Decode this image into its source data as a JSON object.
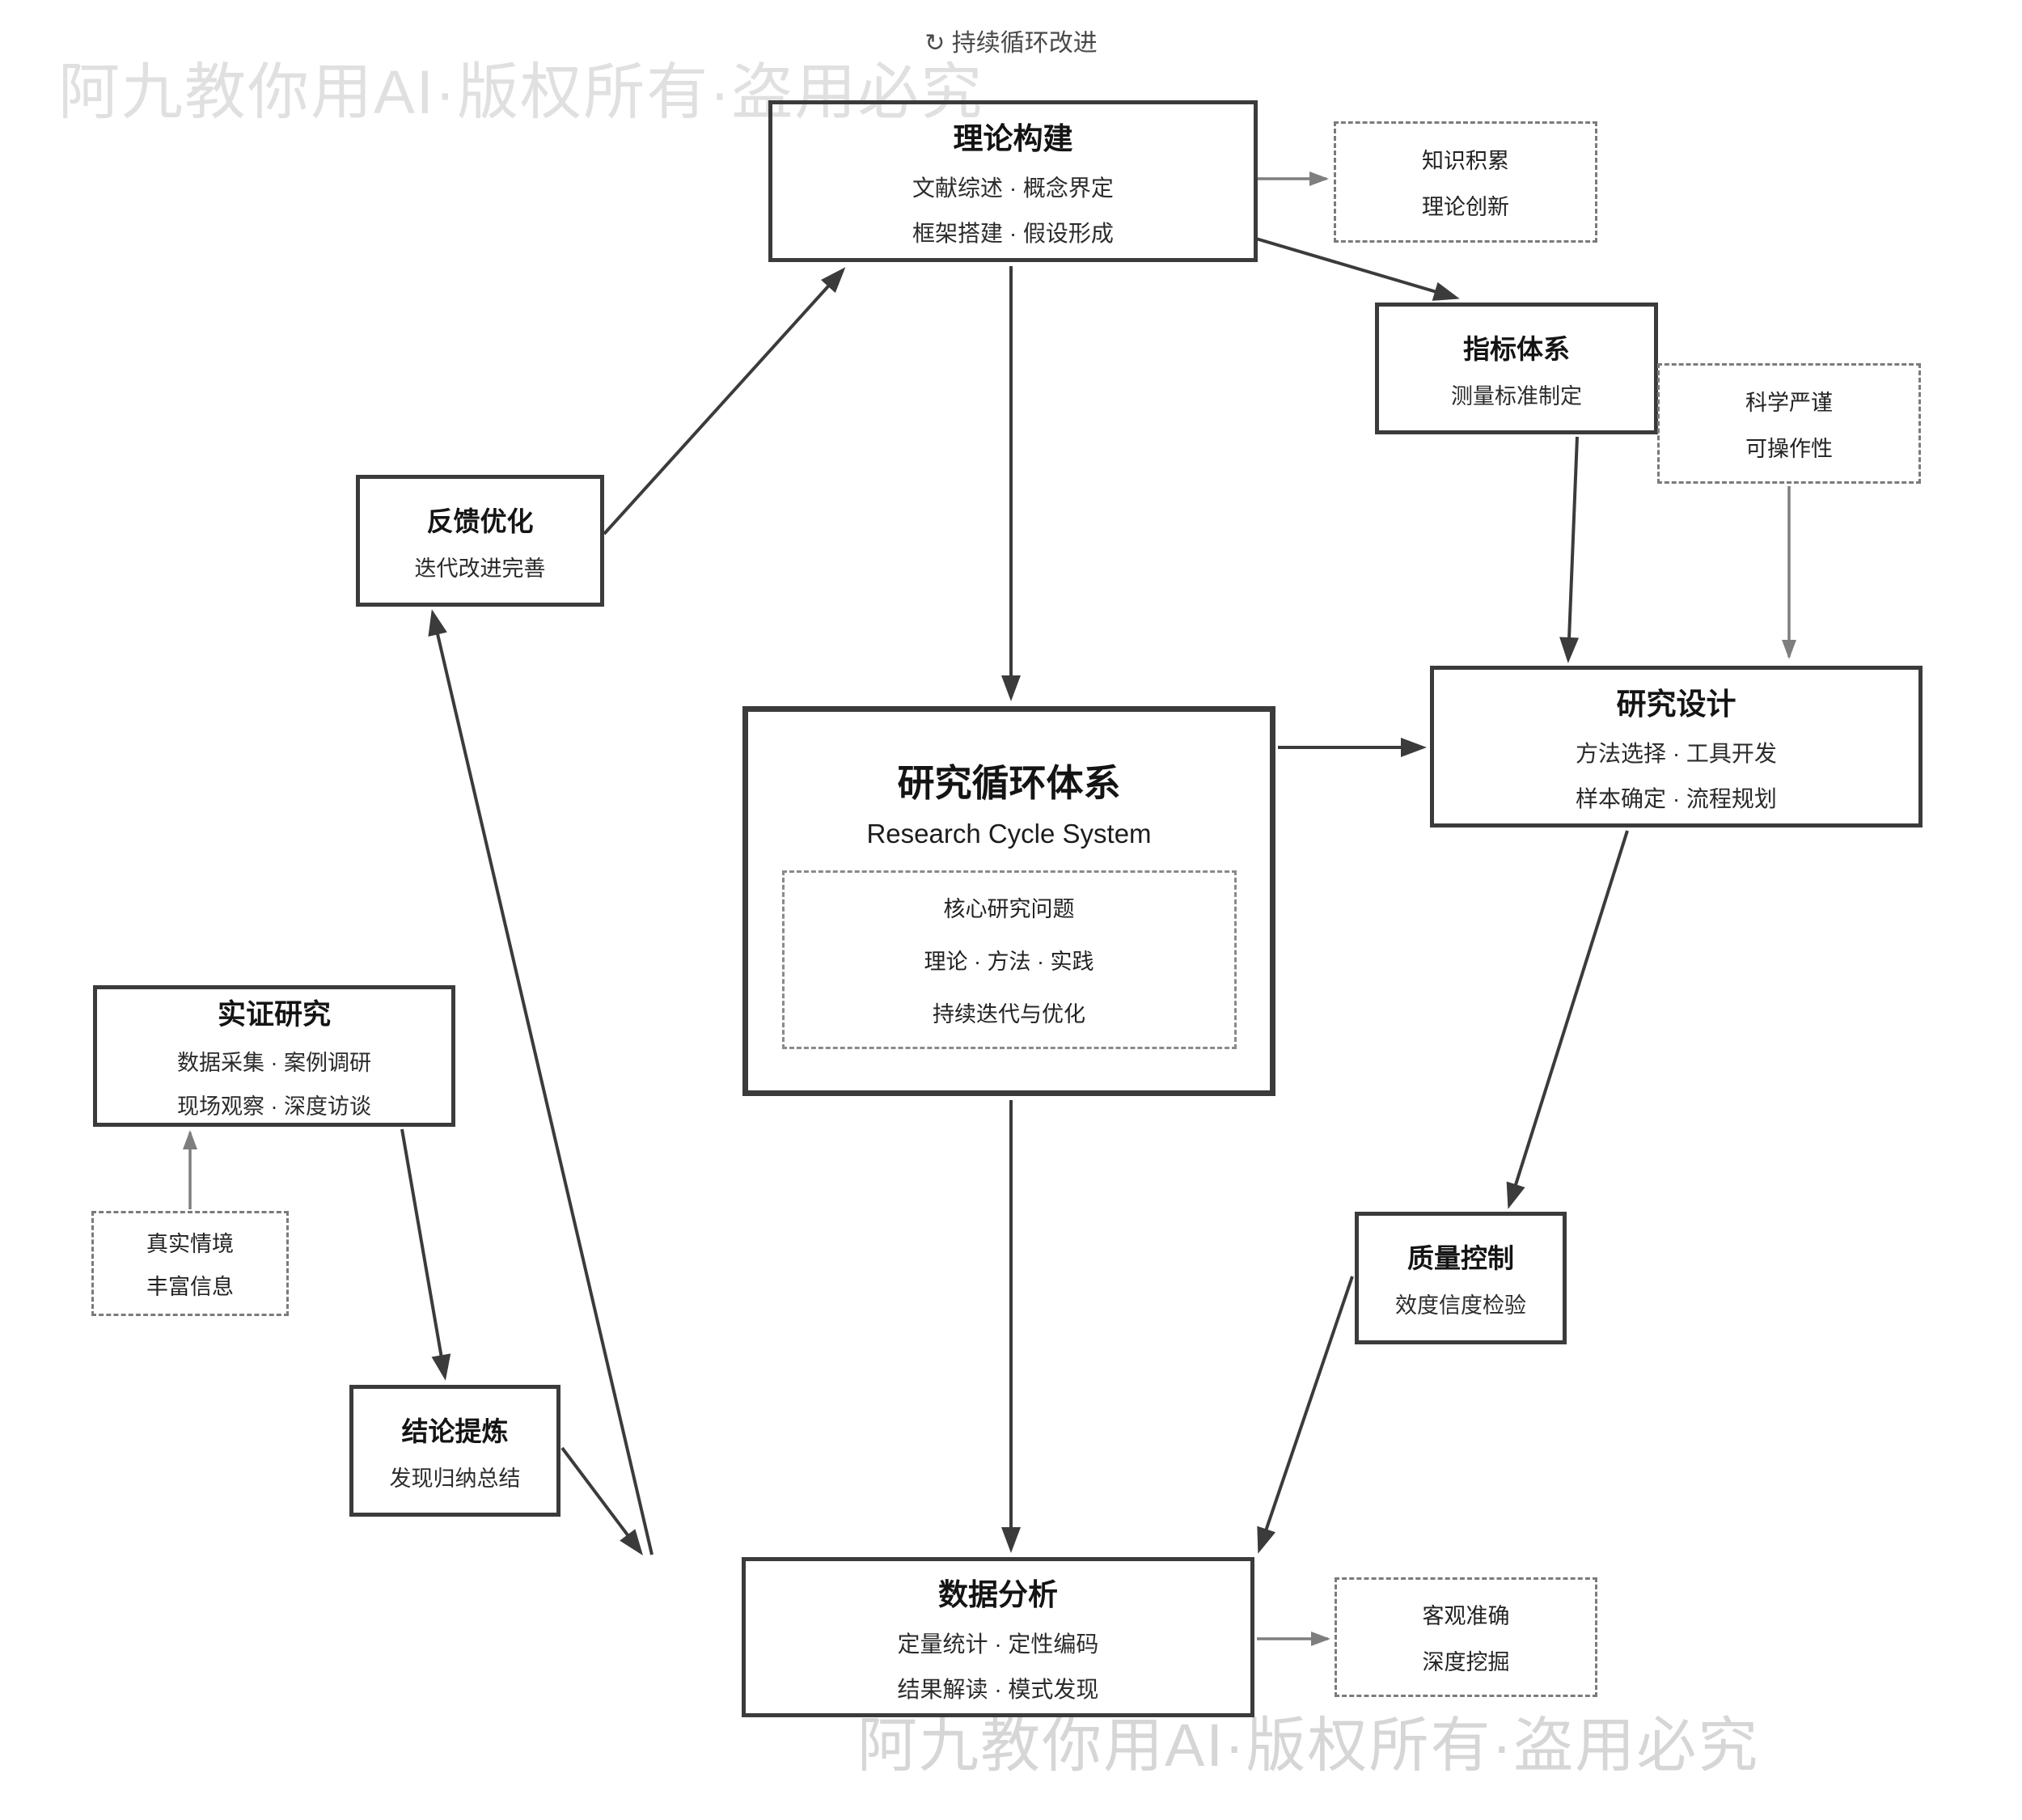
{
  "page": {
    "cycle_icon": "↻",
    "cycle_label": "持续循环改进",
    "watermark": "阿九教你用AI·版权所有·盗用必究"
  },
  "colors": {
    "background": "#ffffff",
    "border_dark": "#3b3b3b",
    "border_dashed": "#7b7b7b",
    "arrow_dark": "#3b3b3b",
    "arrow_gray": "#7e7e7e",
    "watermark_top": "#e0e0e0",
    "watermark_bottom": "#d6d6d6"
  },
  "boxes": {
    "theory": {
      "title": "理论构建",
      "line1": "文献综述 · 概念界定",
      "line2": "框架搭建 · 假设形成"
    },
    "knowledge": {
      "line1": "知识积累",
      "line2": "理论创新"
    },
    "indicator": {
      "title": "指标体系",
      "line1": "测量标准制定"
    },
    "rigorous": {
      "line1": "科学严谨",
      "line2": "可操作性"
    },
    "cycle": {
      "title": "研究循环体系",
      "subtitle": "Research Cycle System",
      "core1": "核心研究问题",
      "core2": "理论 · 方法 · 实践",
      "core3": "持续迭代与优化"
    },
    "design": {
      "title": "研究设计",
      "line1": "方法选择 · 工具开发",
      "line2": "样本确定 · 流程规划"
    },
    "feedback": {
      "title": "反馈优化",
      "line1": "迭代改进完善"
    },
    "empirical": {
      "title": "实证研究",
      "line1": "数据采集 · 案例调研",
      "line2": "现场观察 · 深度访谈"
    },
    "context": {
      "line1": "真实情境",
      "line2": "丰富信息"
    },
    "conclusion": {
      "title": "结论提炼",
      "line1": "发现归纳总结"
    },
    "quality": {
      "title": "质量控制",
      "line1": "效度信度检验"
    },
    "analysis": {
      "title": "数据分析",
      "line1": "定量统计 · 定性编码",
      "line2": "结果解读 · 模式发现"
    },
    "objective": {
      "line1": "客观准确",
      "line2": "深度挖掘"
    }
  }
}
